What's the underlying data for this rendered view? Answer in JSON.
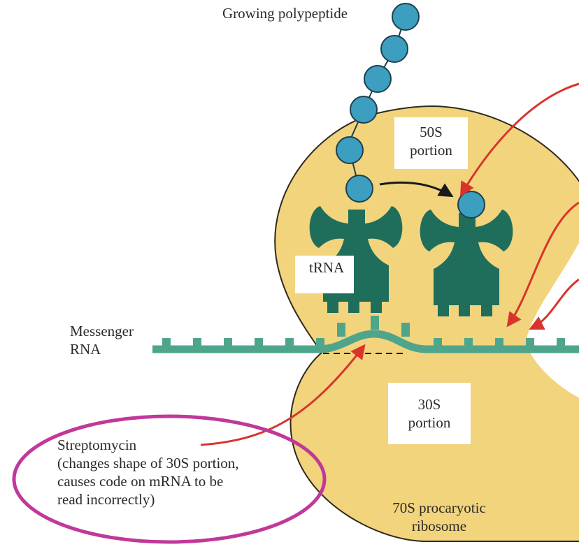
{
  "labels": {
    "growing_polypeptide": "Growing polypeptide",
    "portion_50s": [
      "50S",
      "portion"
    ],
    "trna": "tRNA",
    "messenger_rna": [
      "Messenger",
      "RNA"
    ],
    "portion_30s": [
      "30S",
      "portion"
    ],
    "ribosome_70s": [
      "70S procaryotic",
      "ribosome"
    ],
    "streptomycin": "Streptomycin",
    "streptomycin_note": [
      "(changes shape of 30S portion,",
      "causes code on mRNA to be",
      "read incorrectly)"
    ]
  },
  "colors": {
    "ribosome": "#f2d47c",
    "ribosome_outline": "#2e2a20",
    "trna": "#1f6e5c",
    "mrna": "#4fa58c",
    "amino_acid": "#3d9fbf",
    "amino_acid_outline": "#1f3f50",
    "red_arrow": "#d9342b",
    "black_arrow": "#1a1a1a",
    "highlight_ellipse": "#c0389a"
  }
}
